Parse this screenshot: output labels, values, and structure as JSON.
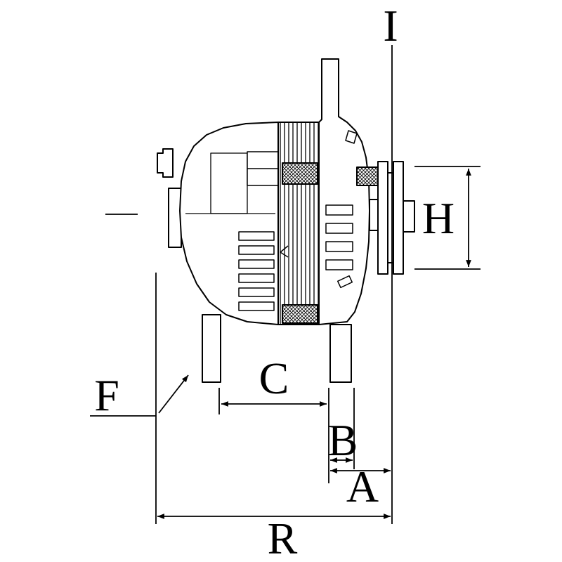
{
  "diagram": {
    "subject": "alternator side view with pulley - dimensional drawing",
    "colors": {
      "line": "#000000",
      "background": "#ffffff"
    },
    "labels": {
      "i": "I",
      "h": "H",
      "f": "F",
      "c": "C",
      "b": "B",
      "a": "A",
      "r": "R"
    }
  }
}
